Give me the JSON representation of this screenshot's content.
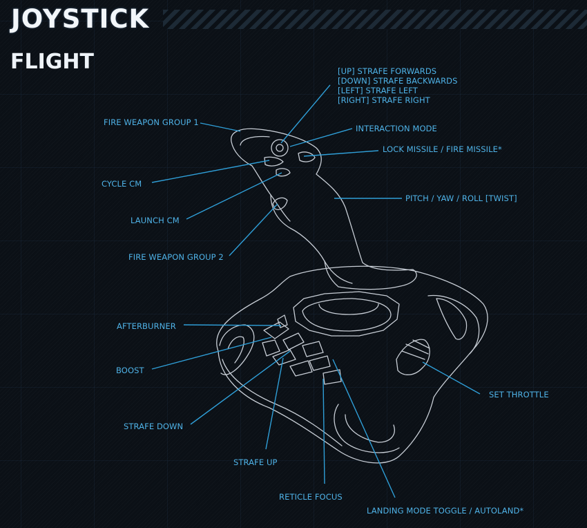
{
  "title": "JOYSTICK",
  "subtitle": "FLIGHT",
  "labels": {
    "strafe_lines": [
      "[UP] STRAFE FORWARDS",
      "[DOWN] STRAFE BACKWARDS",
      "[LEFT] STRAFE LEFT",
      "[RIGHT] STRAFE RIGHT"
    ],
    "fire_group_1": "FIRE WEAPON GROUP 1",
    "interaction_mode": "INTERACTION MODE",
    "lock_missile": "LOCK MISSILE / FIRE MISSILE*",
    "cycle_cm": "CYCLE CM",
    "launch_cm": "LAUNCH CM",
    "pitch_yaw_roll": "PITCH / YAW / ROLL [TWIST]",
    "fire_group_2": "FIRE WEAPON GROUP 2",
    "afterburner": "AFTERBURNER",
    "boost": "BOOST",
    "set_throttle": "SET THROTTLE",
    "strafe_down": "STRAFE DOWN",
    "strafe_up": "STRAFE UP",
    "reticle_focus": "RETICLE FOCUS",
    "landing_mode": "LANDING MODE TOGGLE / AUTOLAND*"
  },
  "colors": {
    "background": "#0b1016",
    "label_text": "#4fb3e8",
    "leader_line": "#2f9fd8",
    "outline": "#c8ced6"
  }
}
